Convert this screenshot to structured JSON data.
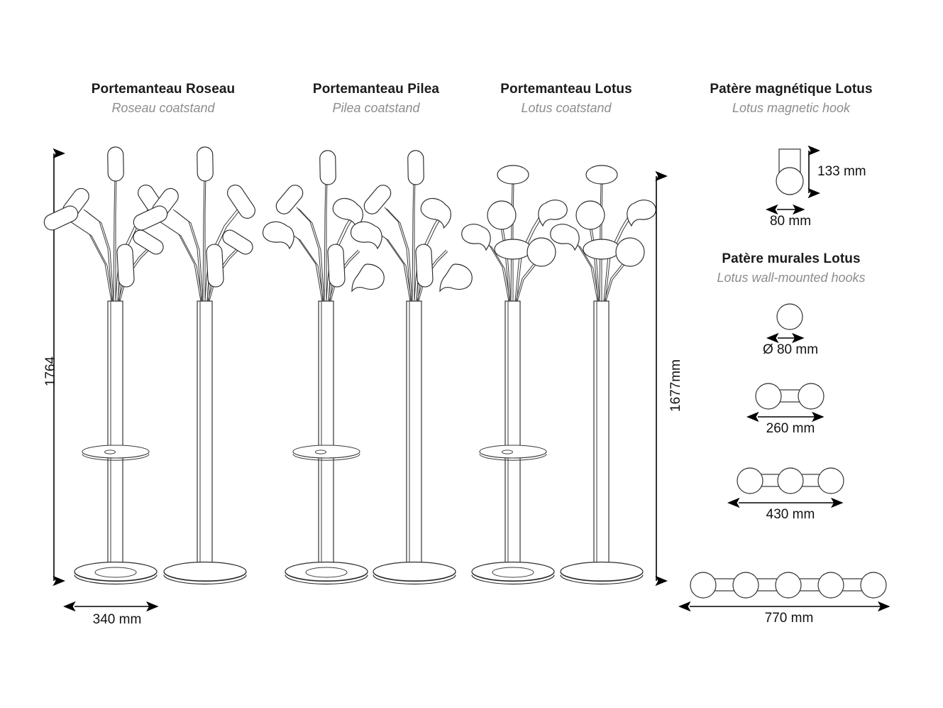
{
  "sheet": {
    "background": "#ffffff",
    "line_color": "#2b2b2b",
    "title_color": "#1b1b1b",
    "subtitle_color": "#8d8d8d"
  },
  "products": [
    {
      "id": "roseau",
      "title_fr": "Portemanteau Roseau",
      "title_en": "Roseau coatstand",
      "tip_style": "reed-capsule"
    },
    {
      "id": "pilea",
      "title_fr": "Portemanteau Pilea",
      "title_en": "Pilea coatstand",
      "tip_style": "mixed-leaf"
    },
    {
      "id": "lotus",
      "title_fr": "Portemanteau Lotus",
      "title_en": "Lotus coatstand",
      "tip_style": "round-disc"
    },
    {
      "id": "magnetic-hook",
      "title_fr": "Patère  magnétique Lotus",
      "title_en": "Lotus magnetic hook"
    },
    {
      "id": "wall-hooks",
      "title_fr": "Patère  murales Lotus",
      "title_en": "Lotus wall-mounted hooks"
    }
  ],
  "dimensions": {
    "coatstand_height_left": "1764",
    "coatstand_height_right": "1677mm",
    "coatstand_base_width": "340 mm",
    "magnetic_hook_height": "133 mm",
    "magnetic_hook_width": "80 mm",
    "wall_hook_single": "Ø 80 mm",
    "wall_hook_double": "260 mm",
    "wall_hook_triple": "430 mm",
    "wall_hook_five": "770 mm"
  }
}
